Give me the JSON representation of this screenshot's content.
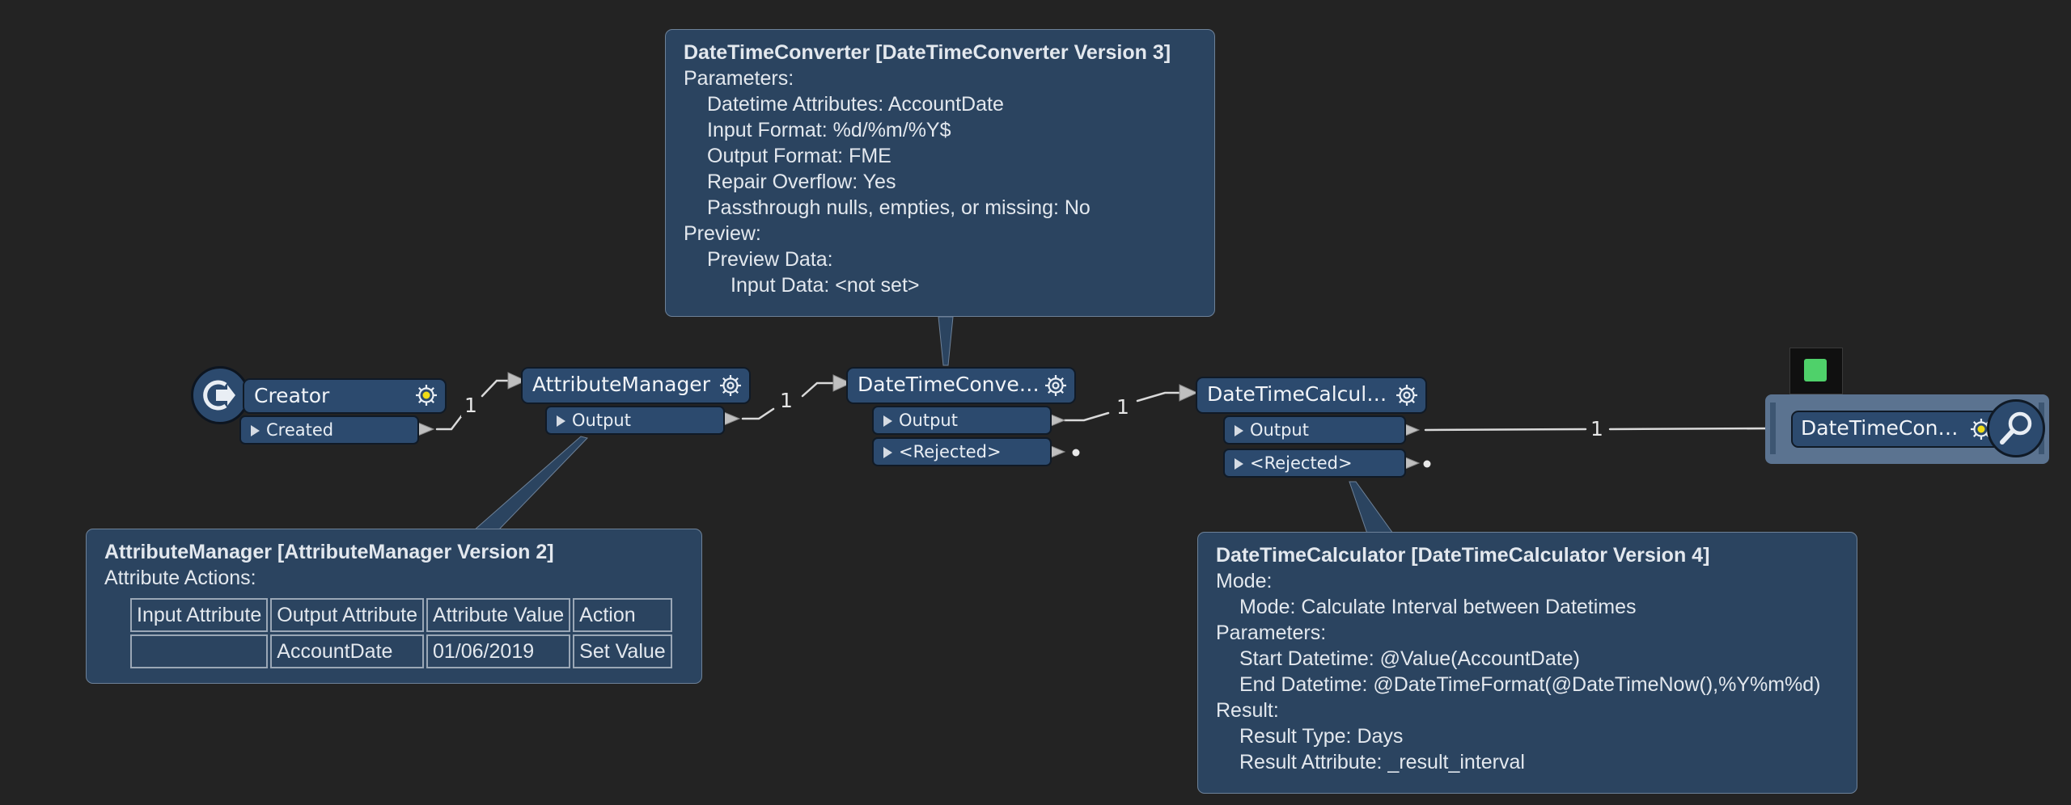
{
  "nodes": {
    "creator": {
      "title": "Creator",
      "port": "Created"
    },
    "attribute_manager": {
      "title": "AttributeManager",
      "port": "Output"
    },
    "datetime_converter": {
      "title": "DateTimeConve…",
      "port_output": "Output",
      "port_rejected": "<Rejected>"
    },
    "datetime_calculator": {
      "title": "DateTimeCalcul…",
      "port_output": "Output",
      "port_rejected": "<Rejected>"
    },
    "inspector": {
      "title": "DateTimeCon…"
    }
  },
  "connections": {
    "c1": "1",
    "c2": "1",
    "c3": "1",
    "c4": "1"
  },
  "tooltips": {
    "converter": {
      "title": "DateTimeConverter [DateTimeConverter Version 3]",
      "lines": [
        {
          "text": "Parameters:",
          "indent": 0
        },
        {
          "text": "Datetime Attributes: AccountDate",
          "indent": 1
        },
        {
          "text": "Input Format: %d/%m/%Y$",
          "indent": 1
        },
        {
          "text": "Output Format: FME",
          "indent": 1
        },
        {
          "text": "Repair Overflow: Yes",
          "indent": 1
        },
        {
          "text": "Passthrough nulls, empties, or missing: No",
          "indent": 1
        },
        {
          "text": "Preview:",
          "indent": 0
        },
        {
          "text": "Preview Data:",
          "indent": 1
        },
        {
          "text": "Input Data: <not set>",
          "indent": 2
        }
      ]
    },
    "attribute_manager": {
      "title": "AttributeManager [AttributeManager Version 2]",
      "subtitle": "Attribute Actions:",
      "table": {
        "headers": [
          "Input Attribute",
          "Output Attribute",
          "Attribute Value",
          "Action"
        ],
        "rows": [
          [
            "",
            "AccountDate",
            "01/06/2019",
            "Set Value"
          ]
        ]
      }
    },
    "calculator": {
      "title": "DateTimeCalculator [DateTimeCalculator Version 4]",
      "lines": [
        {
          "text": "Mode:",
          "indent": 0
        },
        {
          "text": "Mode: Calculate Interval between Datetimes",
          "indent": 1
        },
        {
          "text": "Parameters:",
          "indent": 0
        },
        {
          "text": "Start Datetime: @Value(AccountDate)",
          "indent": 1
        },
        {
          "text": "End Datetime: @DateTimeFormat(@DateTimeNow(),%Y%m%d)",
          "indent": 1
        },
        {
          "text": "Result:",
          "indent": 0
        },
        {
          "text": "Result Type: Days",
          "indent": 1
        },
        {
          "text": "Result Attribute: _result_interval",
          "indent": 1
        }
      ]
    }
  },
  "colors": {
    "canvas": "#232323",
    "node_fill": "#2c4a6e",
    "tooltip_fill": "#2b4460",
    "wire": "#d9d9d9",
    "cache_indicator": "#4fd16a",
    "gear_dot": "#f0dc16"
  },
  "icons": {
    "creator": "creator-arrow-icon",
    "gear": "gear-icon",
    "inspector": "magnifier-icon",
    "cache": "feature-cache-icon"
  }
}
